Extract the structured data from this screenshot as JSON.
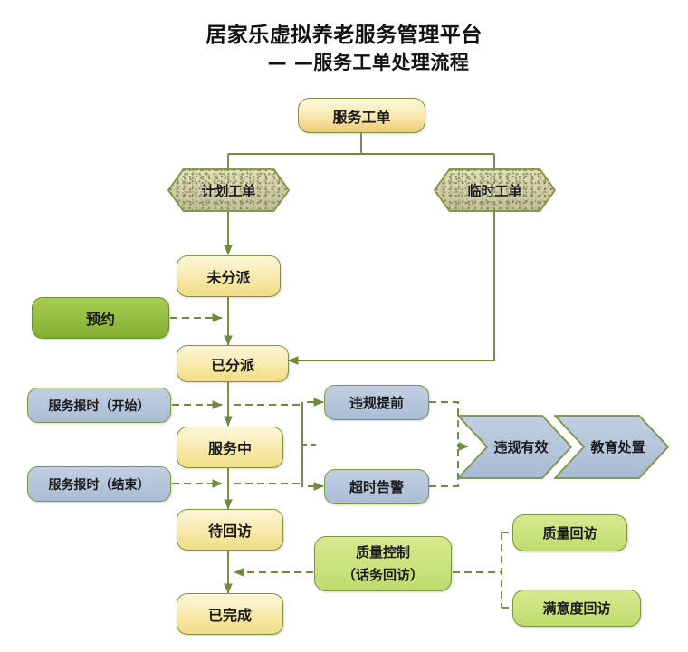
{
  "header": {
    "title": "居家乐虚拟养老服务管理平台",
    "subtitle": "— —服务工单处理流程"
  },
  "colors": {
    "border_olive": "#7d9540",
    "connector_solid": "#6f8c3a",
    "connector_dashed": "#6f8c3a",
    "node_yellow": "#f5e79e",
    "node_amber": "#f3d78c",
    "node_green": "#97c044",
    "node_light_green": "#cde382",
    "node_blue_gray": "#b6c6dc",
    "hexagon_texture": "#cfcba8",
    "text": "#1a1a1a"
  },
  "nodes": {
    "work_order": {
      "label": "服务工单",
      "shape": "rounded-rect",
      "style": "amber"
    },
    "planned_order": {
      "label": "计划工单",
      "shape": "hexagon",
      "style": "texture"
    },
    "temp_order": {
      "label": "临时工单",
      "shape": "hexagon",
      "style": "texture"
    },
    "unassigned": {
      "label": "未分派",
      "shape": "rounded-rect",
      "style": "yellow"
    },
    "reservation": {
      "label": "预约",
      "shape": "rounded-rect",
      "style": "green"
    },
    "assigned": {
      "label": "已分派",
      "shape": "rounded-rect",
      "style": "yellow"
    },
    "report_start": {
      "label": "服务报时（开始）",
      "shape": "rounded-rect",
      "style": "blue-gray"
    },
    "in_service": {
      "label": "服务中",
      "shape": "rounded-rect",
      "style": "yellow"
    },
    "report_end": {
      "label": "服务报时（结束）",
      "shape": "rounded-rect",
      "style": "blue-gray"
    },
    "early_violation": {
      "label": "违规提前",
      "shape": "rounded-rect",
      "style": "blue-gray"
    },
    "timeout_alert": {
      "label": "超时告警",
      "shape": "rounded-rect",
      "style": "blue-gray"
    },
    "violation_valid": {
      "label": "违规有效",
      "shape": "chevron",
      "style": "blue-gray"
    },
    "education": {
      "label": "教育处置",
      "shape": "chevron",
      "style": "blue-gray"
    },
    "pending_revisit": {
      "label": "待回访",
      "shape": "rounded-rect",
      "style": "yellow"
    },
    "quality_control": {
      "label_line1": "质量控制",
      "label_line2": "（话务回访）",
      "shape": "rounded-rect",
      "style": "light-green"
    },
    "quality_revisit": {
      "label": "质量回访",
      "shape": "rounded-rect",
      "style": "light-green"
    },
    "satisfaction": {
      "label": "满意度回访",
      "shape": "rounded-rect",
      "style": "light-green"
    },
    "completed": {
      "label": "已完成",
      "shape": "rounded-rect",
      "style": "yellow"
    }
  },
  "edges": [
    {
      "from": "work_order",
      "to": "planned_order",
      "line": "solid",
      "arrow": false
    },
    {
      "from": "work_order",
      "to": "temp_order",
      "line": "solid",
      "arrow": false
    },
    {
      "from": "planned_order",
      "to": "unassigned",
      "line": "solid",
      "arrow": true
    },
    {
      "from": "unassigned",
      "to": "assigned",
      "line": "solid",
      "arrow": true
    },
    {
      "from": "reservation",
      "to": "assigned",
      "line": "dashed",
      "arrow": true
    },
    {
      "from": "temp_order",
      "to": "assigned",
      "line": "solid",
      "arrow": true
    },
    {
      "from": "assigned",
      "to": "in_service",
      "line": "solid",
      "arrow": true
    },
    {
      "from": "report_start",
      "to": "in_service",
      "line": "dashed",
      "arrow": true
    },
    {
      "from": "report_end",
      "to": "in_service",
      "line": "dashed",
      "arrow": true
    },
    {
      "from": "in_service",
      "to": "early_violation",
      "line": "dashed",
      "arrow": true
    },
    {
      "from": "in_service",
      "to": "timeout_alert",
      "line": "dashed",
      "arrow": true
    },
    {
      "from": "early_violation",
      "to": "violation_valid",
      "line": "dashed",
      "arrow": true
    },
    {
      "from": "timeout_alert",
      "to": "violation_valid",
      "line": "dashed",
      "arrow": true
    },
    {
      "from": "in_service",
      "to": "pending_revisit",
      "line": "solid",
      "arrow": true
    },
    {
      "from": "pending_revisit",
      "to": "completed",
      "line": "solid",
      "arrow": true
    },
    {
      "from": "quality_control",
      "to": "completed",
      "line": "dashed",
      "arrow": true
    },
    {
      "from": "quality_control",
      "to": "quality_revisit",
      "line": "dashed",
      "arrow": false
    },
    {
      "from": "quality_control",
      "to": "satisfaction",
      "line": "dashed",
      "arrow": false
    }
  ]
}
